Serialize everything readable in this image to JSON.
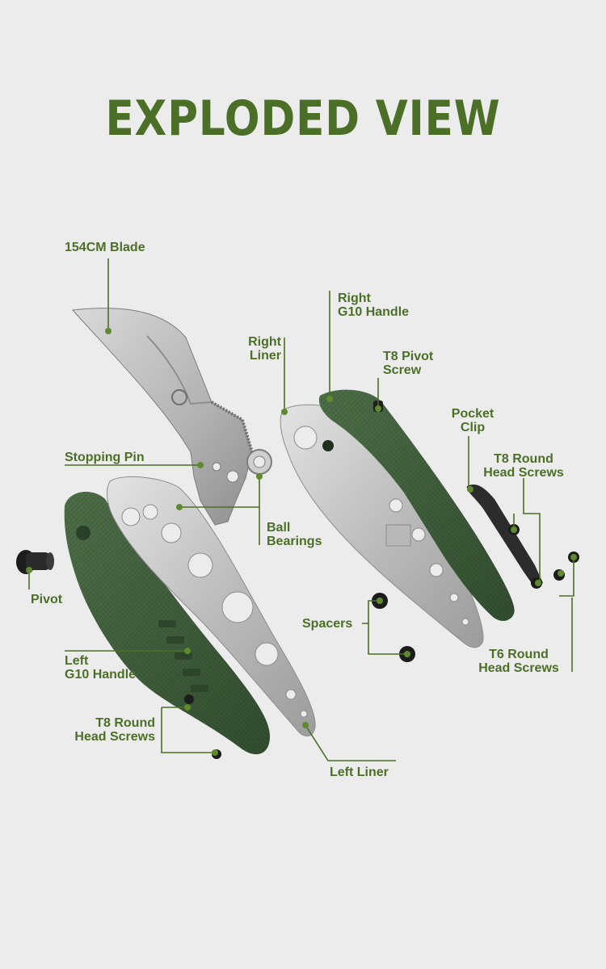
{
  "title": "EXPLODED VIEW",
  "colors": {
    "accent": "#4c6f27",
    "handle": "#3f5f3b",
    "steel": "#c9c9c9",
    "background": "#ececec"
  },
  "labels": {
    "blade": "154CM Blade",
    "right_g10_handle": "Right\nG10 Handle",
    "right_liner": "Right\nLiner",
    "t8_pivot_screw": "T8 Pivot\nScrew",
    "pocket_clip": "Pocket\nClip",
    "t8_round_head_screws_right": "T8 Round\nHead Screws",
    "stopping_pin": "Stopping Pin",
    "ball_bearings": "Ball\nBearings",
    "pivot": "Pivot",
    "spacers": "Spacers",
    "t6_round_head_screws": "T6 Round\nHead Screws",
    "left_g10_handle": "Left\nG10 Handle",
    "t8_round_head_screws_left": "T8 Round\nHead Screws",
    "left_liner": "Left Liner"
  }
}
